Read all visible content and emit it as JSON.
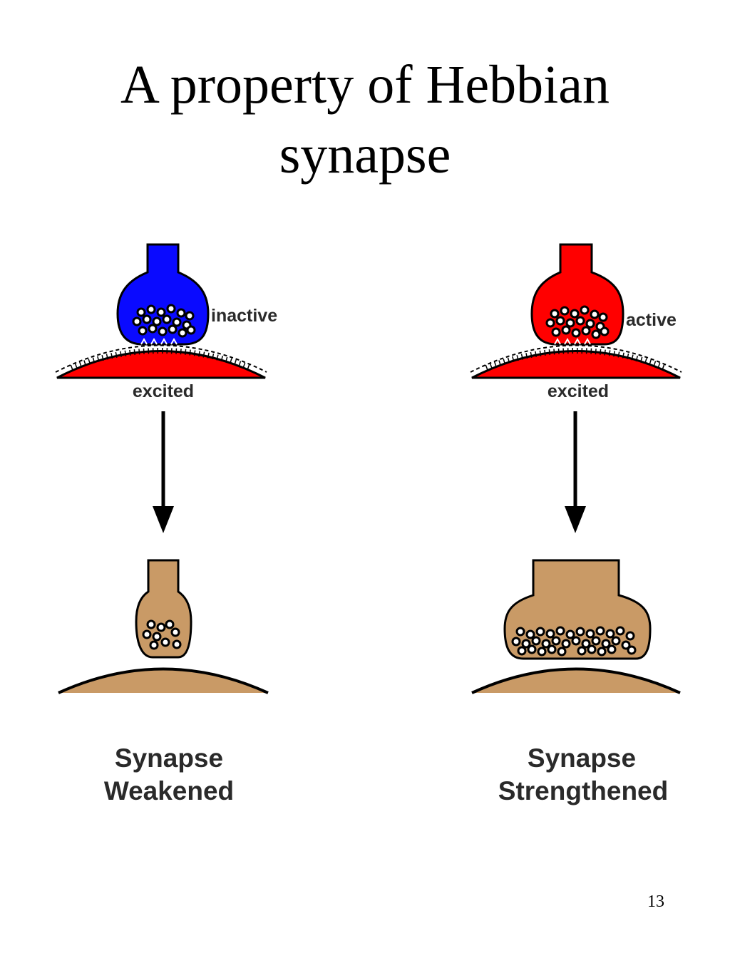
{
  "title": {
    "line1": "A property of Hebbian",
    "line2": "synapse"
  },
  "left": {
    "pre_state": "inactive",
    "post_state": "excited",
    "result_line1": "Synapse",
    "result_line2": "Weakened",
    "terminal_color": "#0a0aff",
    "vesicles_before": 18,
    "vesicles_after": 9
  },
  "right": {
    "pre_state": "active",
    "post_state": "excited",
    "result_line1": "Synapse",
    "result_line2": "Strengthened",
    "terminal_color": "#ff0000",
    "vesicles_before": 18,
    "vesicles_after": 34
  },
  "colors": {
    "postsynaptic_excited": "#ff0000",
    "neuron_tan": "#c99a66",
    "outline": "#000000"
  },
  "page_number": "13"
}
